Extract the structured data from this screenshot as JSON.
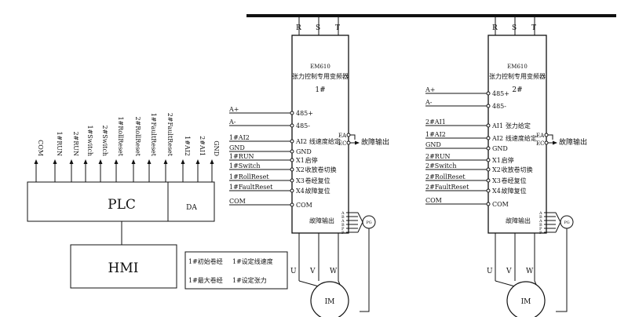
{
  "plc": {
    "label": "PLC",
    "da_label": "DA",
    "signals": [
      "COM",
      "1#RUN",
      "2#RUN",
      "1#Switch",
      "2#Switch",
      "1#RollReset",
      "2#RollReset",
      "1#FaultReset",
      "2#FaultReset"
    ],
    "da_signals": [
      "1#AI2",
      "2#AI1",
      "GND"
    ]
  },
  "hmi": {
    "label": "HMI",
    "params": [
      "1#初始卷经",
      "1#设定线速度",
      "1#最大卷经",
      "1#设定张力"
    ]
  },
  "supply": [
    "R",
    "S",
    "T"
  ],
  "motor_terms": [
    "U",
    "V",
    "W"
  ],
  "drive1": {
    "model": "EM610",
    "subtitle": "张力控制专用变频器",
    "number": "1#",
    "terminals": [
      "485+",
      "485-",
      "AI2",
      "GND",
      "X1",
      "X2",
      "X3",
      "X4",
      "COM"
    ],
    "inputs": [
      "A+",
      "A-",
      "1#AI2",
      "GND",
      "1#RUN",
      "1#Switch",
      "1#RollReset",
      "1#FaultReset",
      "COM"
    ],
    "functions": [
      "",
      "",
      "线速度给定",
      "",
      "启停",
      "收放卷切换",
      "卷经复位",
      "故障复位",
      ""
    ],
    "ea": "EA",
    "ec": "EC",
    "fault_out": "故障输出",
    "fault_inner": "故障输出",
    "encoder_pins": [
      "A",
      "B",
      "A",
      "B",
      "P",
      "P"
    ],
    "pg": "PG",
    "motor": "IM"
  },
  "drive2": {
    "model": "EM610",
    "subtitle": "张力控制专用变频器",
    "number": "2#",
    "terminals": [
      "485+",
      "485-",
      "AI1",
      "AI2",
      "GND",
      "X1",
      "X2",
      "X3",
      "X4",
      "COM"
    ],
    "inputs": [
      "A+",
      "A-",
      "2#AI1",
      "1#AI2",
      "GND",
      "2#RUN",
      "2#Switch",
      "2#RollReset",
      "2#FaultReset",
      "COM"
    ],
    "functions": [
      "",
      "",
      "张力给定",
      "线速度给定",
      "",
      "启停",
      "收放卷切换",
      "卷经复位",
      "故障复位",
      ""
    ],
    "ea": "EA",
    "ec": "EC",
    "fault_out": "故障输出",
    "fault_inner": "故障输出",
    "encoder_pins": [
      "A",
      "B",
      "A",
      "B",
      "P",
      "P"
    ],
    "pg": "PG",
    "motor": "IM"
  }
}
